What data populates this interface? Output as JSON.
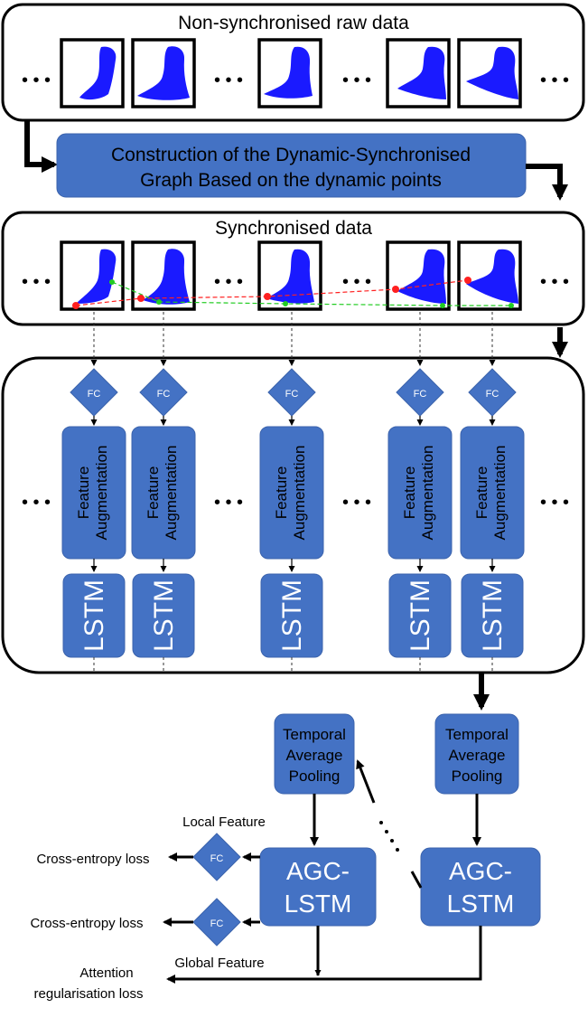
{
  "raw_section": {
    "title": "Non-synchronised raw data"
  },
  "construction": {
    "line1": "Construction of the Dynamic-Synchronised",
    "line2": "Graph Based on the dynamic points"
  },
  "sync_section": {
    "title": "Synchronised data"
  },
  "ellipsis": "• • •",
  "fc_label": "FC",
  "feature_aug": {
    "line1": "Feature",
    "line2": "Augmentation"
  },
  "lstm_label": "LSTM",
  "temporal_pooling": {
    "line1": "Temporal",
    "line2": "Average",
    "line3": "Pooling"
  },
  "agc": {
    "line1": "AGC-",
    "line2": "LSTM"
  },
  "local_feature": "Local Feature",
  "global_feature": "Global Feature",
  "ce_loss": "Cross-entropy loss",
  "attention_loss": {
    "line1": "Attention",
    "line2": "regularisation loss"
  },
  "colors": {
    "block": "#4472C4",
    "point_blue": "#1a1aff",
    "red_link": "#ff2020",
    "green_link": "#22cc22"
  }
}
